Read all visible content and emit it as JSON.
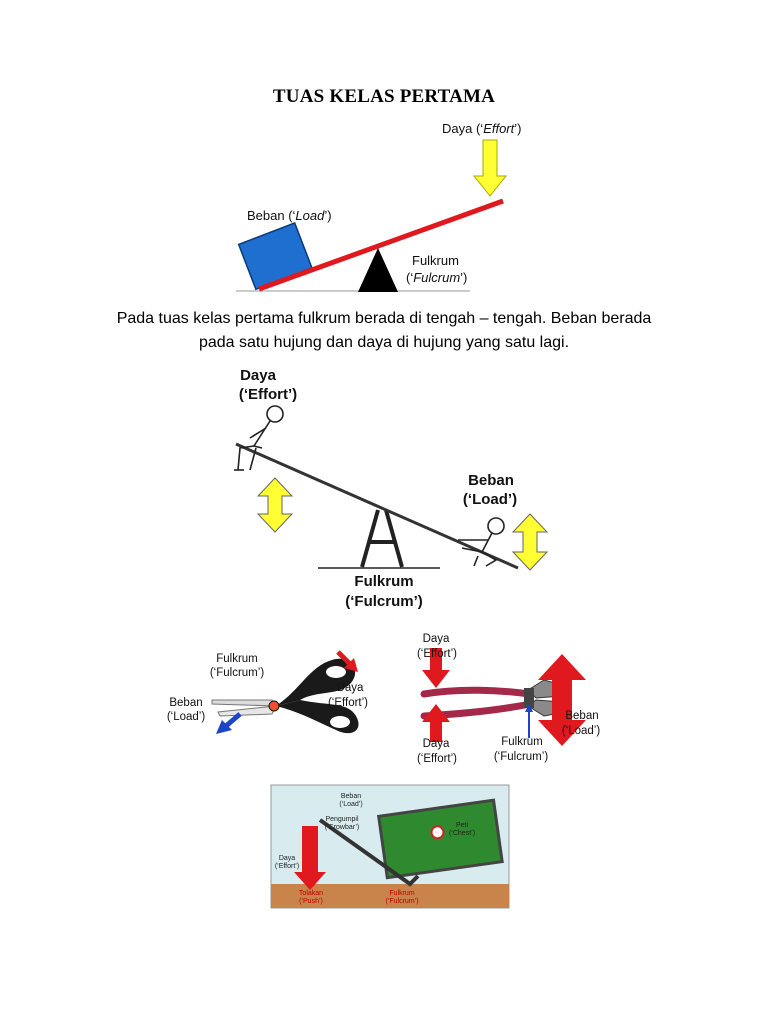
{
  "title": "TUAS KELAS PERTAMA",
  "diagram1": {
    "effort": {
      "text": "Daya (‘",
      "italic": "Effort",
      "close": "’)"
    },
    "load": {
      "text": "Beban (‘",
      "italic": "Load",
      "close": "’)"
    },
    "fulcrum": {
      "line1": "Fulkrum",
      "open": "(‘",
      "italic": "Fulcrum",
      "close": "’)"
    },
    "colors": {
      "load_box": "#1f6fd1",
      "lever": "#e0191f",
      "fulcrum": "#000000",
      "arrow": "#ffff33"
    }
  },
  "paragraph": {
    "line1": "Pada tuas kelas pertama fulkrum berada di tengah – tengah. Beban berada",
    "line2": "pada satu hujung dan daya di hujung yang satu lagi."
  },
  "seesaw": {
    "effort_line1": "Daya",
    "effort_line2": "(‘Effort’)",
    "load_line1": "Beban",
    "load_line2": "(‘Load’)",
    "fulcrum_line1": "Fulkrum",
    "fulcrum_line2": "(‘Fulcrum’)"
  },
  "scissors": {
    "fulcrum_line1": "Fulkrum",
    "fulcrum_line2": "(‘Fulcrum’)",
    "effort_line1": "Daya",
    "effort_line2": "(‘Effort’)",
    "load_line1": "Beban",
    "load_line2": "(‘Load’)"
  },
  "pliers": {
    "effort_top_line1": "Daya",
    "effort_top_line2": "(‘Effort’)",
    "effort_bottom_line1": "Daya",
    "effort_bottom_line2": "(‘Effort’)",
    "fulcrum_line1": "Fulkrum",
    "fulcrum_line2": "(‘Fulcrum’)",
    "load_line1": "Beban",
    "load_line2": "(‘Load’)"
  },
  "crowbar": {
    "load_line1": "Beban",
    "load_line2": "(‘Load’)",
    "crowbar_line1": "Pengumpil",
    "crowbar_line2": "(‘Crowbar’)",
    "effort_line1": "Daya",
    "effort_line2": "(‘Effort’)",
    "chest_line1": "Peti",
    "chest_line2": "(‘Chest’)",
    "push_line1": "Tolakan",
    "push_line2": "(‘Push’)",
    "fulcrum_line1": "Fulkrum",
    "fulcrum_line2": "(‘Fulcrum’)"
  }
}
